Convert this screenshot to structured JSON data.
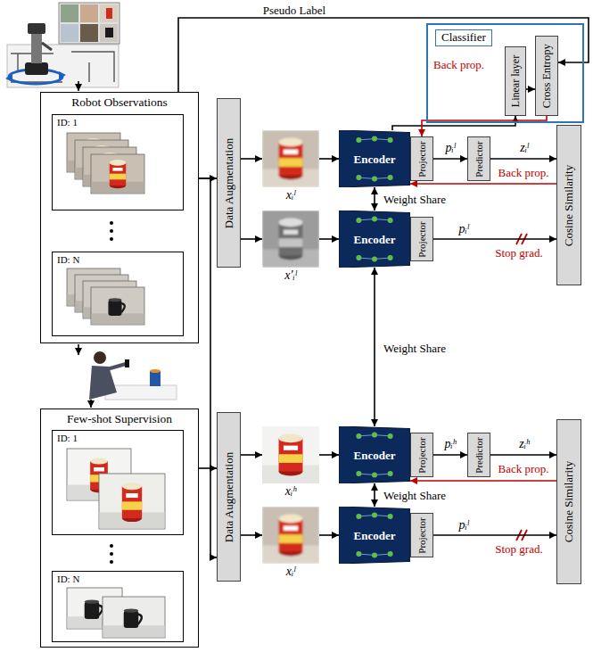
{
  "diagram": {
    "nodes": [
      {
        "text": [
          "Classifier"
        ]
      },
      {
        "text": [
          "Linear layer"
        ],
        "in": 0
      },
      {
        "text": [
          "Cross Entropy"
        ],
        "in": 0
      },
      {
        "text": [
          "Robot Observations"
        ]
      },
      {
        "text": [
          "ID: 1"
        ],
        "in": 3
      },
      {
        "text": [
          "ID: N"
        ],
        "in": 3
      },
      {
        "text": [
          "Data Augmentation"
        ]
      },
      {
        "text": [
          "xᵢˡ"
        ]
      },
      {
        "text": [
          "Encoder"
        ]
      },
      {
        "text": [
          "Projector"
        ]
      },
      {
        "text": [
          "Predictor"
        ]
      },
      {
        "text": [
          "Cosine Similarity"
        ]
      },
      {
        "text": [
          "x′ᵢˡ"
        ]
      },
      {
        "text": [
          "Encoder"
        ]
      },
      {
        "text": [
          "Projector"
        ]
      },
      {
        "text": [
          "Few-shot Supervision"
        ]
      },
      {
        "text": [
          "ID: 1"
        ],
        "in": 15
      },
      {
        "text": [
          "ID: N"
        ],
        "in": 15
      },
      {
        "text": [
          "Data Augmentation"
        ]
      },
      {
        "text": [
          "xᵢʰ"
        ]
      },
      {
        "text": [
          "Encoder"
        ]
      },
      {
        "text": [
          "Projector"
        ]
      },
      {
        "text": [
          "Predictor"
        ]
      },
      {
        "text": [
          "Cosine Similarity"
        ]
      },
      {
        "text": [
          "xᵢˡ"
        ]
      },
      {
        "text": [
          "Encoder"
        ]
      },
      {
        "text": [
          "Projector"
        ]
      }
    ],
    "edges": [
      {
        "from": 3,
        "to": 2,
        "arrow": "to",
        "label": "Pseudo Label"
      },
      {
        "from": 8,
        "to": 1,
        "arrow": "to"
      },
      {
        "from": 1,
        "to": 2,
        "arrow": "to"
      },
      {
        "from": 2,
        "to": 9,
        "arrow": "to",
        "label": "Back prop."
      },
      {
        "from": 3,
        "to": 6,
        "arrow": "to"
      },
      {
        "from": 6,
        "to": 7,
        "arrow": "to"
      },
      {
        "from": 6,
        "to": 12,
        "arrow": "to"
      },
      {
        "from": 7,
        "to": 8,
        "arrow": "to"
      },
      {
        "from": 12,
        "to": 13,
        "arrow": "to"
      },
      {
        "from": 9,
        "to": 10,
        "arrow": "to",
        "label": "pᵢˡ"
      },
      {
        "from": 10,
        "to": 11,
        "arrow": "to",
        "label": "zᵢˡ"
      },
      {
        "from": 14,
        "to": 11,
        "arrow": "to",
        "label": "pᵢˡ"
      },
      {
        "from": 11,
        "to": 8,
        "arrow": "to",
        "label": "Back prop."
      },
      {
        "from": 8,
        "to": 13,
        "arrow": "both",
        "label": "Weight Share"
      },
      {
        "from": 13,
        "to": 20,
        "arrow": "both",
        "label": "Weight Share"
      },
      {
        "from": 15,
        "to": 18,
        "arrow": "to"
      },
      {
        "from": 3,
        "to": 18,
        "arrow": "to"
      },
      {
        "from": 18,
        "to": 19,
        "arrow": "to"
      },
      {
        "from": 18,
        "to": 24,
        "arrow": "to"
      },
      {
        "from": 19,
        "to": 20,
        "arrow": "to"
      },
      {
        "from": 24,
        "to": 25,
        "arrow": "to"
      },
      {
        "from": 21,
        "to": 22,
        "arrow": "to",
        "label": "pᵢʰ"
      },
      {
        "from": 22,
        "to": 23,
        "arrow": "to",
        "label": "zᵢʰ"
      },
      {
        "from": 26,
        "to": 23,
        "arrow": "to",
        "label": "pᵢˡ"
      },
      {
        "from": 23,
        "to": 20,
        "arrow": "to",
        "label": "Back prop."
      },
      {
        "from": 20,
        "to": 25,
        "arrow": "both",
        "label": "Weight Share"
      }
    ],
    "labels": [
      "Stop grad.",
      "Stop grad."
    ]
  }
}
